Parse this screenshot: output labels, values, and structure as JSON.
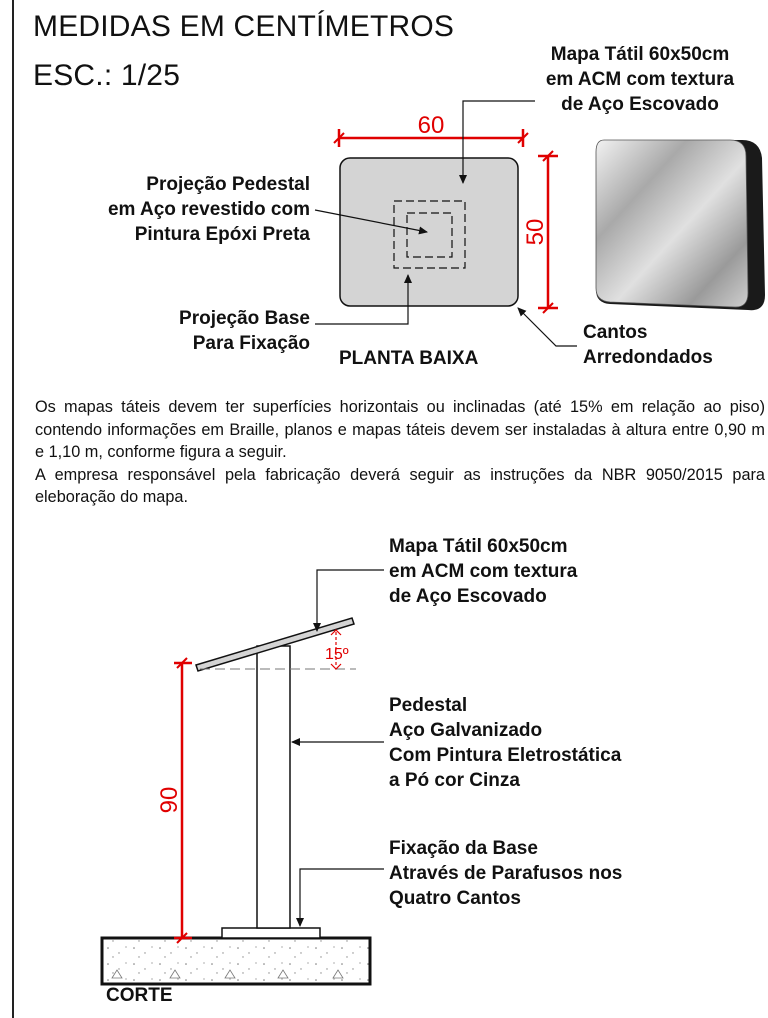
{
  "header": {
    "title": "MEDIDAS EM CENTÍMETROS",
    "scale": "ESC.: 1/25"
  },
  "plan": {
    "map_label": [
      "Mapa Tátil 60x50cm",
      "em ACM com textura",
      "de Aço Escovado"
    ],
    "pedestal_projection": [
      "Projeção Pedestal",
      "em Aço revestido com",
      "Pintura Epóxi Preta"
    ],
    "base_projection": [
      "Projeção Base",
      "Para Fixação"
    ],
    "view_name": "PLANTA BAIXA",
    "corners": [
      "Cantos",
      "Arredondados"
    ],
    "width_dim": "60",
    "height_dim": "50"
  },
  "description": {
    "paragraph_1": "Os mapas táteis devem ter superfícies horizontais ou inclinadas (até 15% em relação ao piso) contendo informações em Braille, planos e mapas táteis devem ser instaladas à altura entre 0,90 m e 1,10 m, conforme figura a seguir.",
    "paragraph_2": "A empresa responsável pela fabricação deverá seguir as instruções da NBR 9050/2015 para eleboração do mapa."
  },
  "section": {
    "map_label": [
      "Mapa Tátil 60x50cm",
      "em ACM com textura",
      "de Aço Escovado"
    ],
    "pedestal_label": [
      "Pedestal",
      "Aço Galvanizado",
      "Com Pintura Eletrostática",
      "a Pó cor Cinza"
    ],
    "base_label": [
      "Fixação da Base",
      "Através de Parafusos nos",
      "Quatro Cantos"
    ],
    "angle_dim": "15º",
    "height_dim": "90",
    "view_name": "CORTE"
  },
  "colors": {
    "dimension": "#e00000",
    "plate": "#d4d4d4",
    "line": "#111111"
  }
}
